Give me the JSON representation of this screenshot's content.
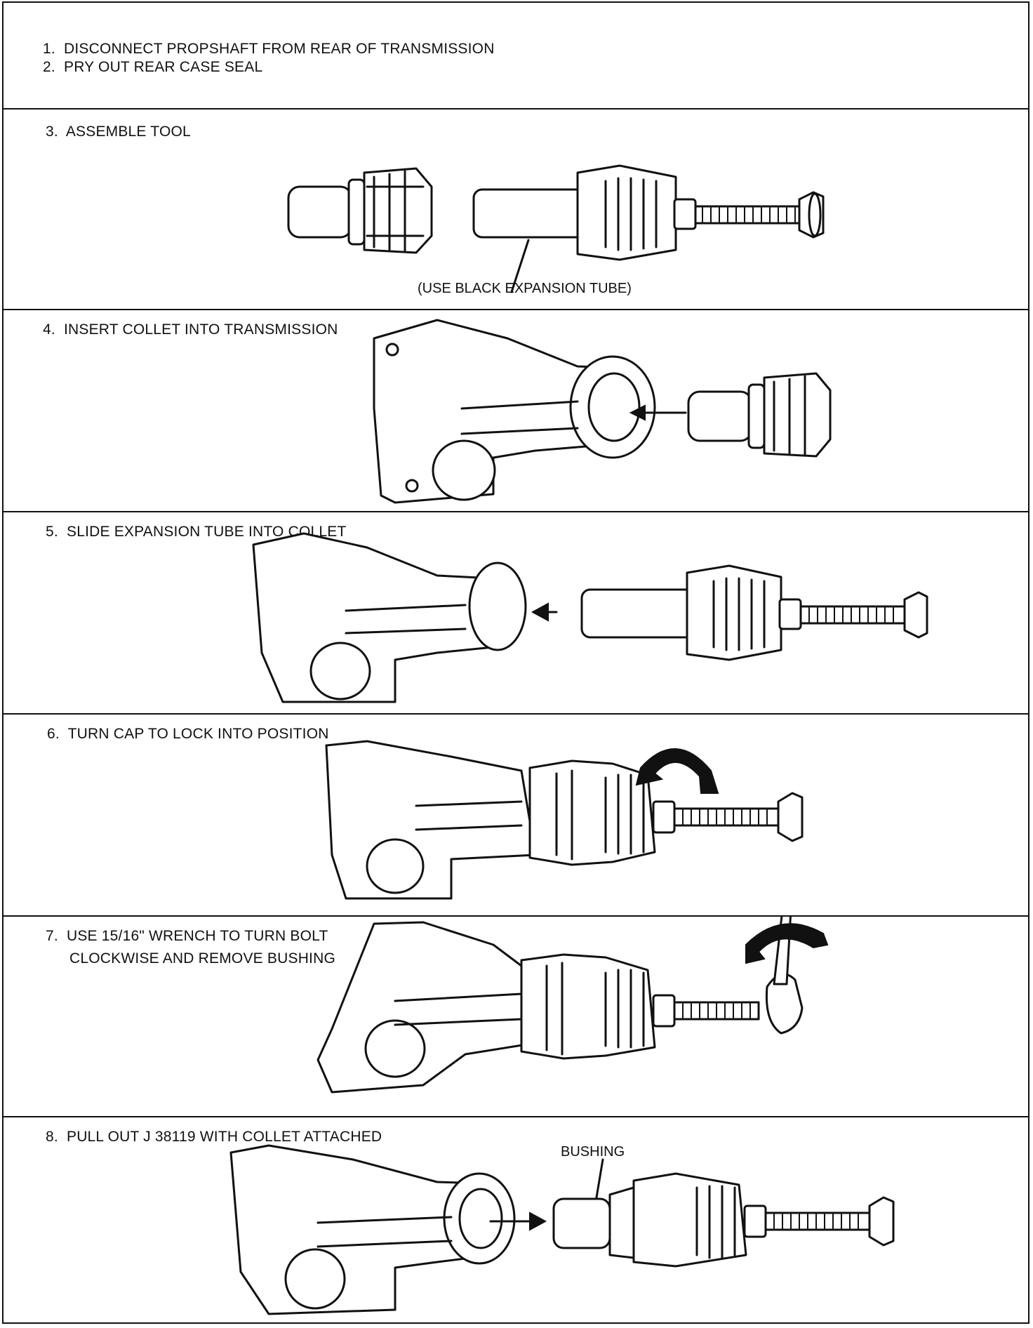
{
  "steps": {
    "s1": "1.  DISCONNECT PROPSHAFT FROM REAR OF TRANSMISSION",
    "s2": "2.  PRY OUT REAR CASE SEAL",
    "s3": "3.  ASSEMBLE TOOL",
    "s4": "4.  INSERT COLLET INTO TRANSMISSION",
    "s5": "5.  SLIDE EXPANSION TUBE INTO COLLET",
    "s6": "6.  TURN CAP TO LOCK INTO POSITION",
    "s7a": "7.  USE 15/16\" WRENCH TO TURN BOLT",
    "s7b": "CLOCKWISE AND REMOVE BUSHING",
    "s8": "8.  PULL OUT J 38119 WITH COLLET ATTACHED"
  },
  "labels": {
    "black_tube": "(USE BLACK EXPANSION TUBE)",
    "bushing": "BUSHING"
  }
}
